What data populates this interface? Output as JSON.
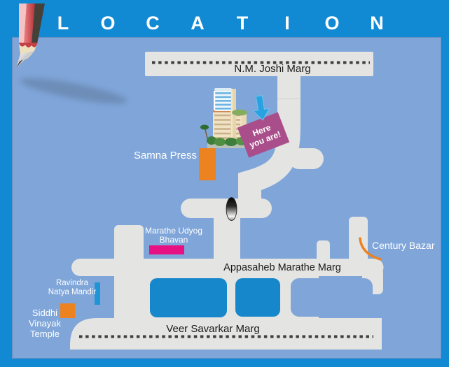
{
  "title": {
    "letters": [
      "L",
      "O",
      "C",
      "A",
      "T",
      "I",
      "O",
      "N"
    ]
  },
  "roads": {
    "nm_joshi": "N.M. Joshi Marg",
    "appasaheb": "Appasaheb Marathe Marg",
    "veer_savarkar": "Veer Savarkar Marg"
  },
  "landmarks": {
    "samna_press": "Samna Press",
    "marathe_udyog_line1": "Marathe Udyog",
    "marathe_udyog_line2": "Bhavan",
    "century_bazar": "Century Bazar",
    "ravindra_line1": "Ravindra",
    "ravindra_line2": "Natya Mandir",
    "siddhi_line1": "Siddhi",
    "siddhi_line2": "Vinayak",
    "siddhi_line3": "Temple"
  },
  "you_are_here": {
    "line1": "Here",
    "line2": "you are!"
  },
  "colors": {
    "frame": "#1189d3",
    "map": "#7fa5d9",
    "road": "#e4e4e2",
    "dash": "#3f3f3f",
    "orange": "#ec8220",
    "pink": "#e81183",
    "flag": "#a94e8a",
    "arrow": "#2aa2e2",
    "block": "#1687ca",
    "mblue": "#2095d5",
    "tdark": "#1b1b1b",
    "white": "#ffffff"
  }
}
